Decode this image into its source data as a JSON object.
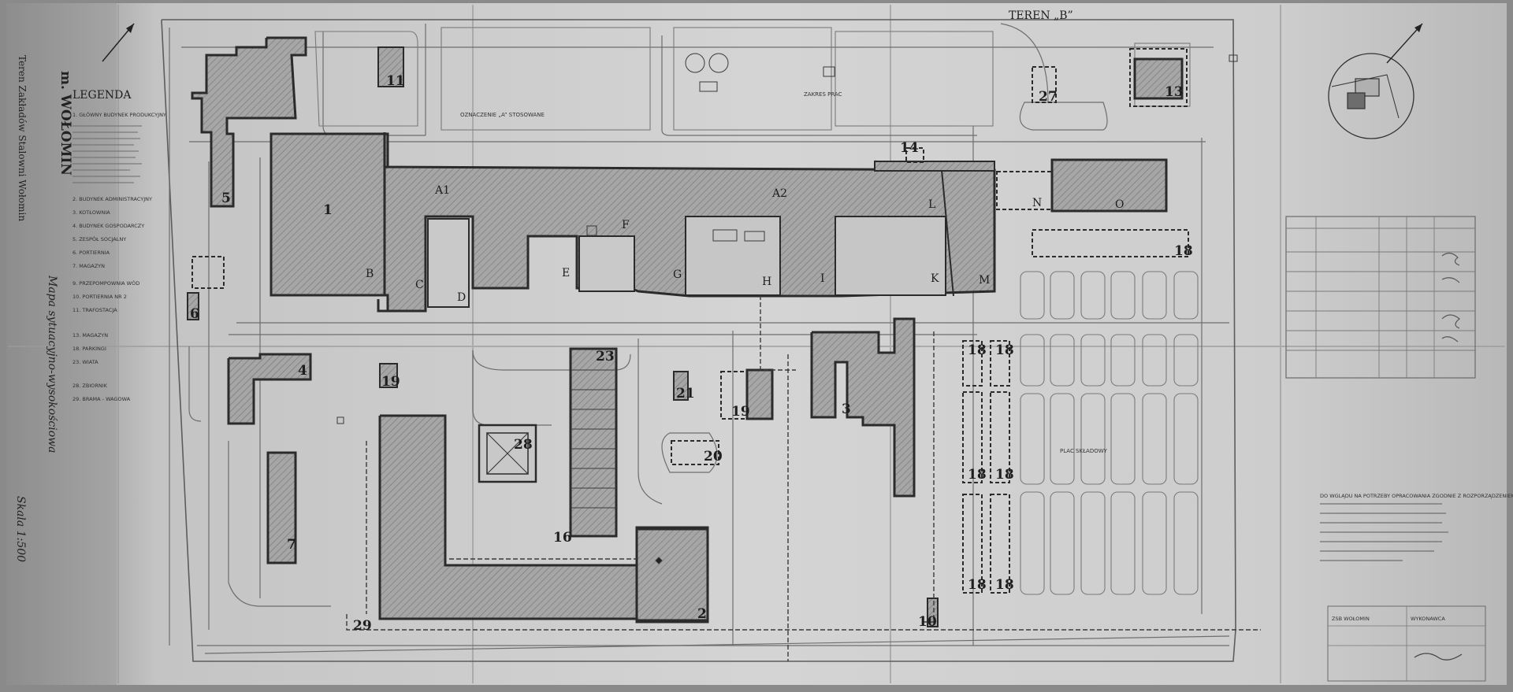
{
  "title_block": {
    "city": "m. WOŁOMIN",
    "area": "Teren Zakładów Stalowni Wołomin",
    "plan_title": "Mapa sytuacyjno-wysokościowa",
    "scale": "Skala 1:500"
  },
  "legend": {
    "heading": "LEGENDA",
    "items": [
      "1. GŁÓWNY BUDYNEK PRODUKCYJNY",
      "2. BUDYNEK ADMINISTRACYJNY",
      "3. KOTŁOWNIA",
      "4. BUDYNEK GOSPODARCZY",
      "5. ZESPÓŁ SOCJALNY",
      "6. PORTIERNIA",
      "7. MAGAZYN",
      "9. PRZEPOMPOWNIA WÓD",
      "10. PORTIERNIA NR 2",
      "11. TRAFOSTACJA",
      "13. MAGAZYN",
      "18. PARKINGI",
      "23. WIATA",
      "28. ZBIORNIK",
      "29. BRAMA - WAGOWA"
    ]
  },
  "labels": {
    "teren_b": "TEREN „B”",
    "oznaczenie_a": "OZNACZENIE „A” STOSOWANE",
    "zakres_prac": "ZAKRES PRAC",
    "plac_skladowy": "PLAC SKŁADOWY",
    "note": "DO WGLĄDU NA POTRZEBY OPRACOWANIA ZGODNIE Z ROZPORZĄDZENIEM",
    "stamp_left": "ZSB WOŁOMIN",
    "stamp_right": "WYKONAWCA"
  },
  "building_numbers": [
    "1",
    "2",
    "3",
    "4",
    "5",
    "6",
    "7",
    "10",
    "11",
    "13",
    "14",
    "16",
    "18",
    "19",
    "20",
    "21",
    "23",
    "27",
    "28",
    "29"
  ],
  "section_letters": [
    "A1",
    "A2",
    "B",
    "C",
    "D",
    "E",
    "F",
    "G",
    "H",
    "I",
    "K",
    "L",
    "M",
    "N",
    "O"
  ]
}
